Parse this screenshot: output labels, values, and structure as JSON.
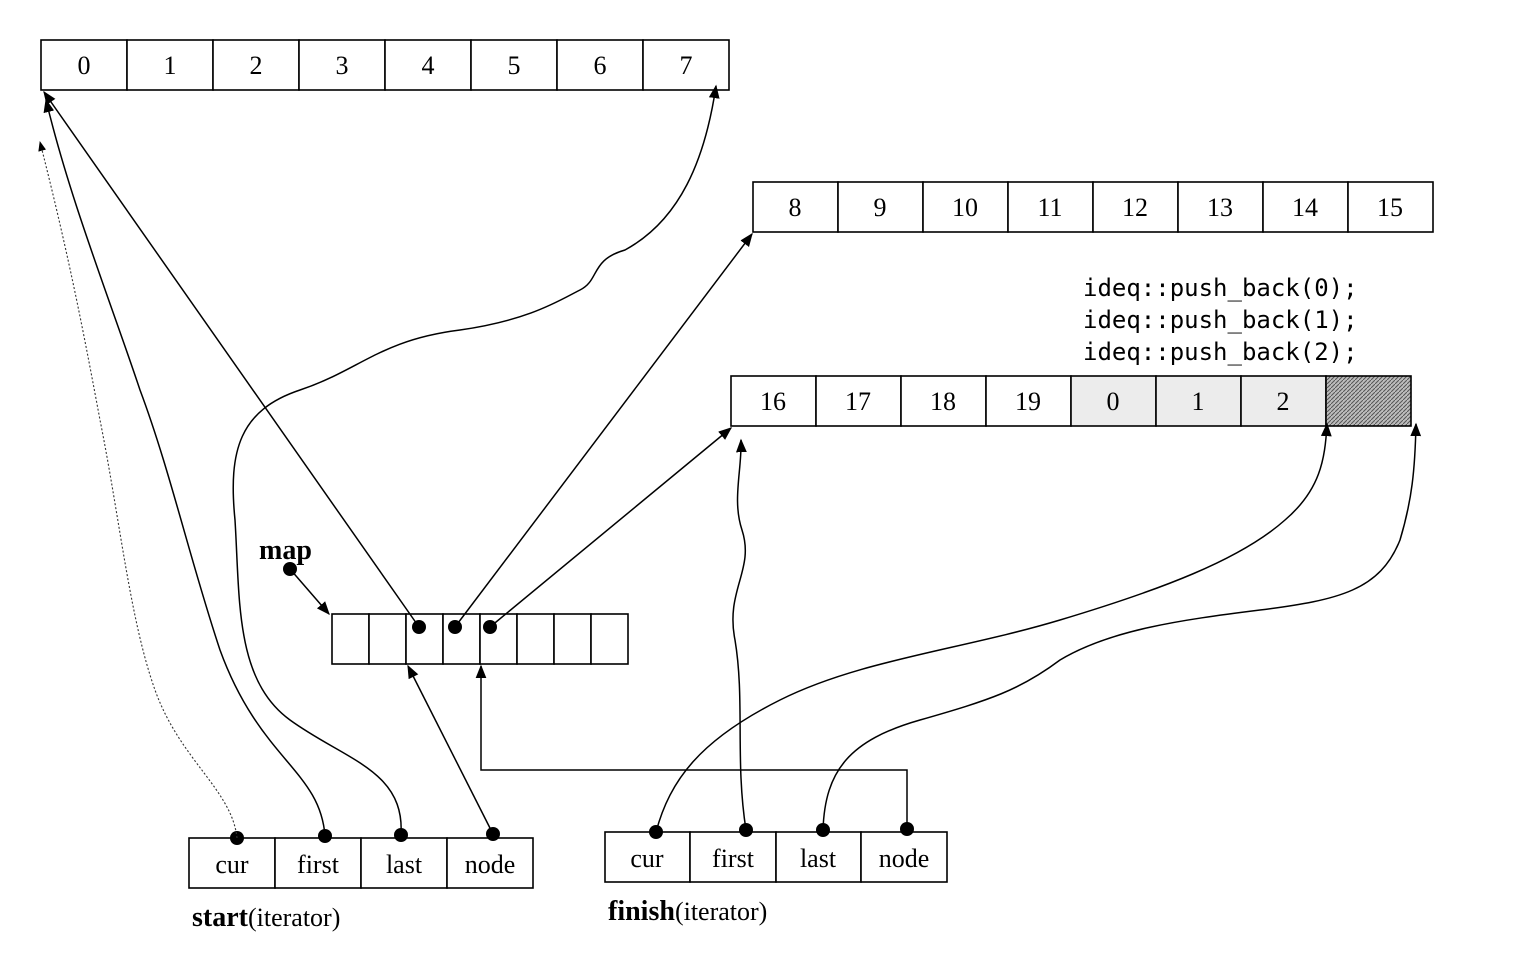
{
  "buffers": [
    {
      "id": "buffer-0",
      "cells": [
        "0",
        "1",
        "2",
        "3",
        "4",
        "5",
        "6",
        "7"
      ]
    },
    {
      "id": "buffer-1",
      "cells": [
        "8",
        "9",
        "10",
        "11",
        "12",
        "13",
        "14",
        "15"
      ]
    },
    {
      "id": "buffer-2",
      "cells": [
        "16",
        "17",
        "18",
        "19",
        "0",
        "1",
        "2",
        ""
      ],
      "shaded": [
        4,
        5,
        6
      ],
      "hatched": [
        7
      ]
    }
  ],
  "code_lines": [
    "ideq::push_back(0);",
    "ideq::push_back(1);",
    "ideq::push_back(2);"
  ],
  "map": {
    "label": "map",
    "cell_count": 8
  },
  "start_iterator": {
    "name": "start",
    "suffix": "(iterator)",
    "fields": [
      "cur",
      "first",
      "last",
      "node"
    ]
  },
  "finish_iterator": {
    "name": "finish",
    "suffix": "(iterator)",
    "fields": [
      "cur",
      "first",
      "last",
      "node"
    ]
  }
}
